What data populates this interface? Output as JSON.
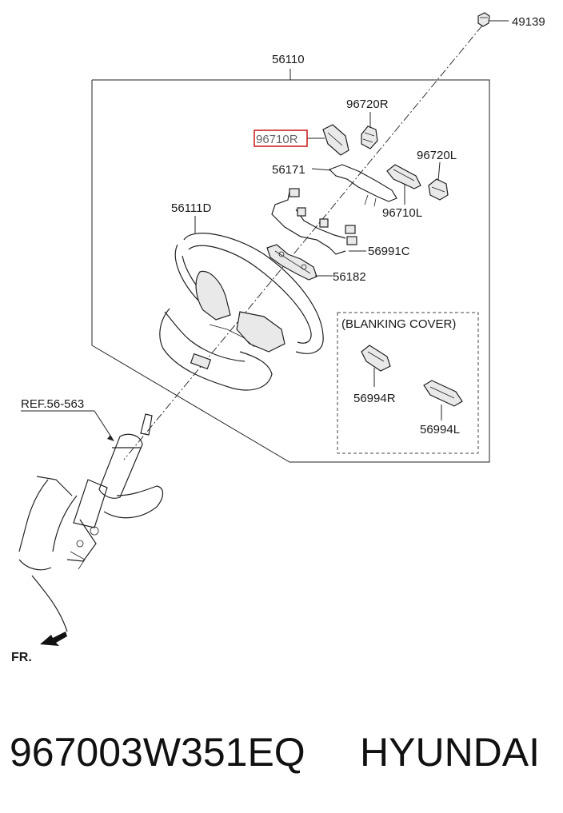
{
  "labels": {
    "p49139": "49139",
    "p56110": "56110",
    "p96720R": "96720R",
    "p96710R": "96710R",
    "p96720L": "96720L",
    "p56171": "56171",
    "p96710L": "96710L",
    "p56111D": "56111D",
    "p56991C": "56991C",
    "p56182": "56182",
    "blanking_cover": "(BLANKING COVER)",
    "p56994R": "56994R",
    "p56994L": "56994L",
    "ref": "REF.56-563",
    "fr": "FR."
  },
  "footer": {
    "part_number": "967003W351EQ",
    "brand": "HYUNDAI"
  },
  "colors": {
    "highlight": "#cc2222",
    "line": "#222222"
  }
}
